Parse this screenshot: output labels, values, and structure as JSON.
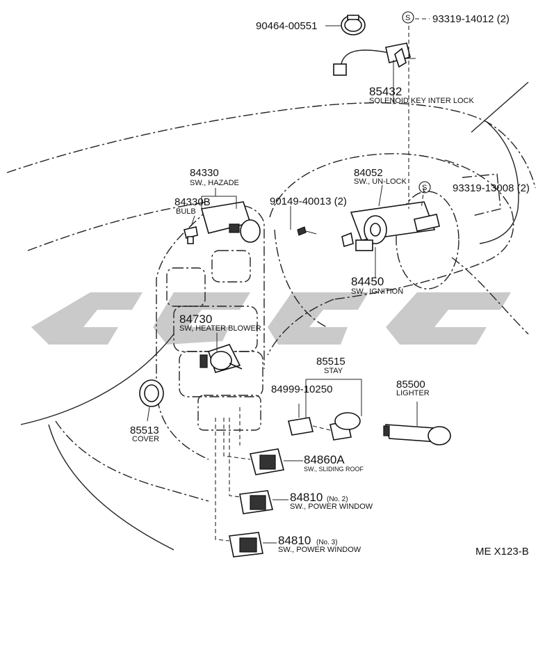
{
  "watermark": "cg9c",
  "diagram_code": "ME X123-B",
  "callouts": [
    {
      "id": "c1",
      "part_no": "90464-00551"
    },
    {
      "id": "c2",
      "part_no": "93319-14012 (2)",
      "s_mark": "S"
    },
    {
      "id": "c3",
      "part_no": "85432",
      "desc": "SOLENOID KEY INTER LOCK"
    },
    {
      "id": "c4",
      "part_no": "84330",
      "desc": "SW., HAZADE"
    },
    {
      "id": "c5",
      "part_no": "84330B",
      "desc": "BULB"
    },
    {
      "id": "c6",
      "part_no": "84052",
      "desc": "SW., UN-LOCK"
    },
    {
      "id": "c7",
      "part_no": "93319-13008 (2)",
      "s_mark": "S"
    },
    {
      "id": "c8",
      "part_no": "90149-40013 (2)"
    },
    {
      "id": "c9",
      "part_no": "84450",
      "desc": "SW., IGNITION"
    },
    {
      "id": "c10",
      "part_no": "84730",
      "desc": "SW, HEATER BLOWER"
    },
    {
      "id": "c11",
      "part_no": "85515",
      "desc": "STAY"
    },
    {
      "id": "c12",
      "part_no": "84999-10250"
    },
    {
      "id": "c13",
      "part_no": "85500",
      "desc": "LIGHTER"
    },
    {
      "id": "c14",
      "part_no": "85513",
      "desc": "COVER"
    },
    {
      "id": "c15",
      "part_no": "84860A",
      "desc": "SW., SLIDING ROOF"
    },
    {
      "id": "c16",
      "part_no": "84810",
      "qualifier": "(No. 2)",
      "desc": "SW., POWER WINDOW"
    },
    {
      "id": "c17",
      "part_no": "84810",
      "qualifier": "(No. 3)",
      "desc": "SW., POWER WINDOW"
    }
  ]
}
